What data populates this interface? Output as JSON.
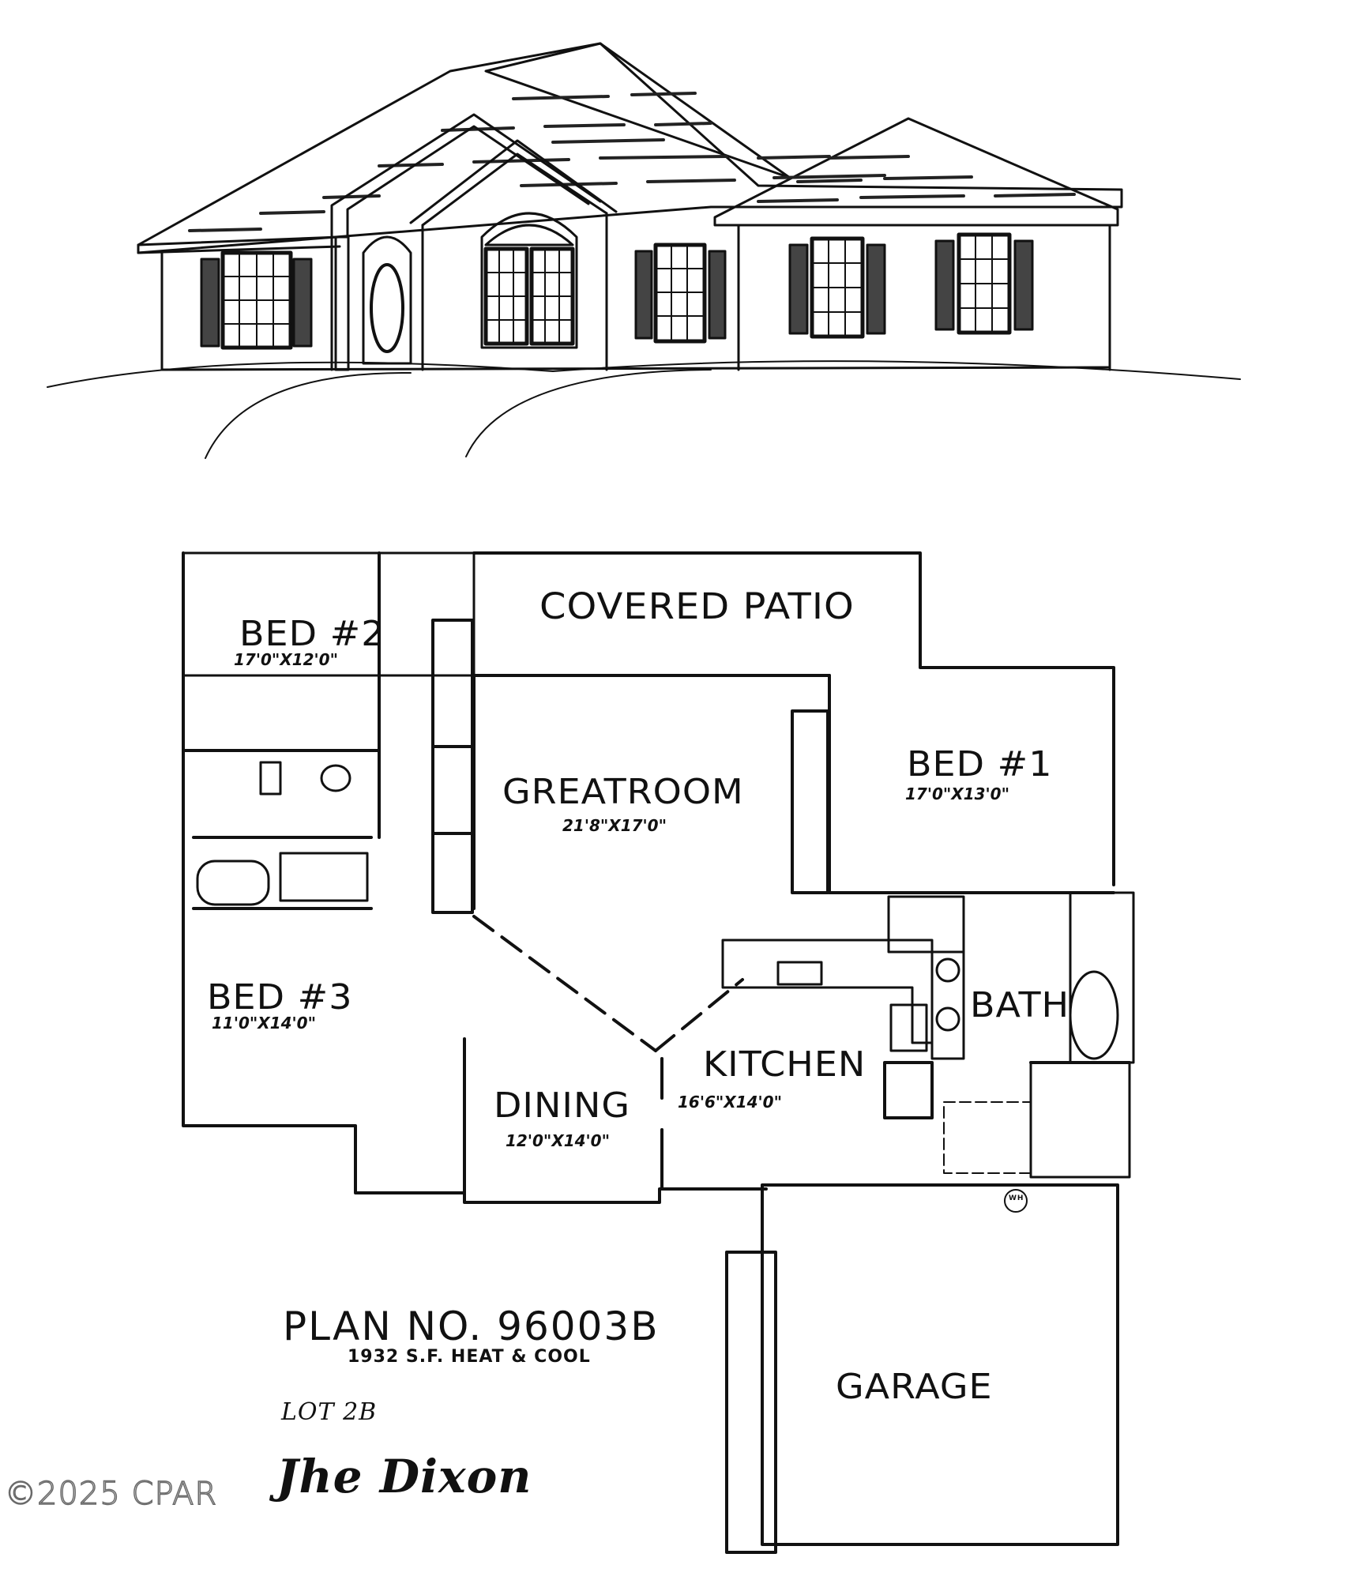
{
  "elevation": {
    "description": "Front elevation sketch of single-story hip-roof house with arched entry, arched french door window, shuttered windows"
  },
  "floor_plan": {
    "rooms": [
      {
        "name": "COVERED PATIO",
        "dimensions": ""
      },
      {
        "name": "BED #2",
        "dimensions": "17'0\"X12'0\""
      },
      {
        "name": "GREATROOM",
        "dimensions": "21'8\"X17'0\""
      },
      {
        "name": "BED #1",
        "dimensions": "17'0\"X13'0\""
      },
      {
        "name": "BED #3",
        "dimensions": "11'0\"X14'0\""
      },
      {
        "name": "BATH",
        "dimensions": ""
      },
      {
        "name": "KITCHEN",
        "dimensions": "16'6\"X14'0\""
      },
      {
        "name": "DINING",
        "dimensions": "12'0\"X14'0\""
      },
      {
        "name": "GARAGE",
        "dimensions": ""
      }
    ],
    "wh_label": "WH"
  },
  "title_block": {
    "plan_no": "PLAN NO. 96003B",
    "area": "1932 S.F. HEAT & COOL",
    "lot": "LOT 2B",
    "signature": "Jhe Dixon"
  },
  "watermark": "©2025 CPAR"
}
